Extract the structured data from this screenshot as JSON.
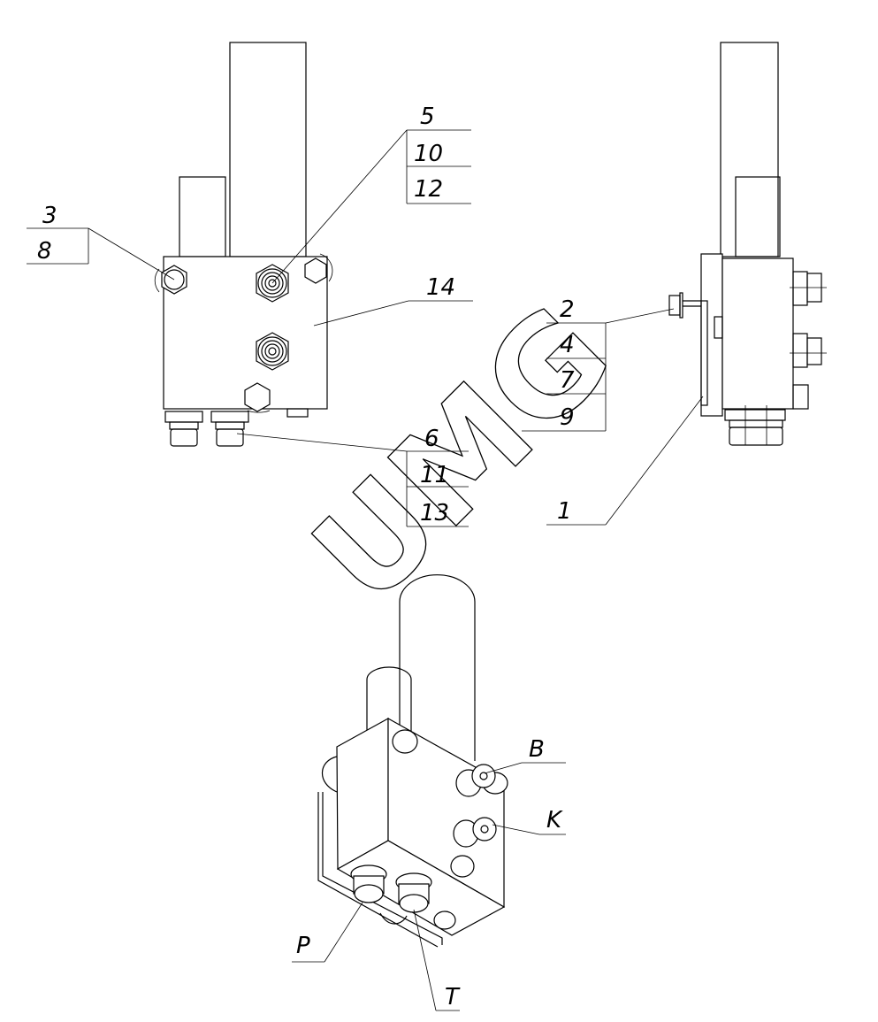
{
  "watermark": "UMG",
  "front_view": {
    "callouts": {
      "c3": [
        "3",
        "8"
      ],
      "c5": [
        "5",
        "10",
        "12"
      ],
      "c14": [
        "14"
      ],
      "c6": [
        "6",
        "11",
        "13"
      ]
    }
  },
  "side_view": {
    "callouts": {
      "c2": [
        "2",
        "4",
        "7",
        "9"
      ],
      "c1": [
        "1"
      ]
    }
  },
  "iso_view": {
    "ports": [
      "B",
      "K",
      "P",
      "T"
    ]
  }
}
